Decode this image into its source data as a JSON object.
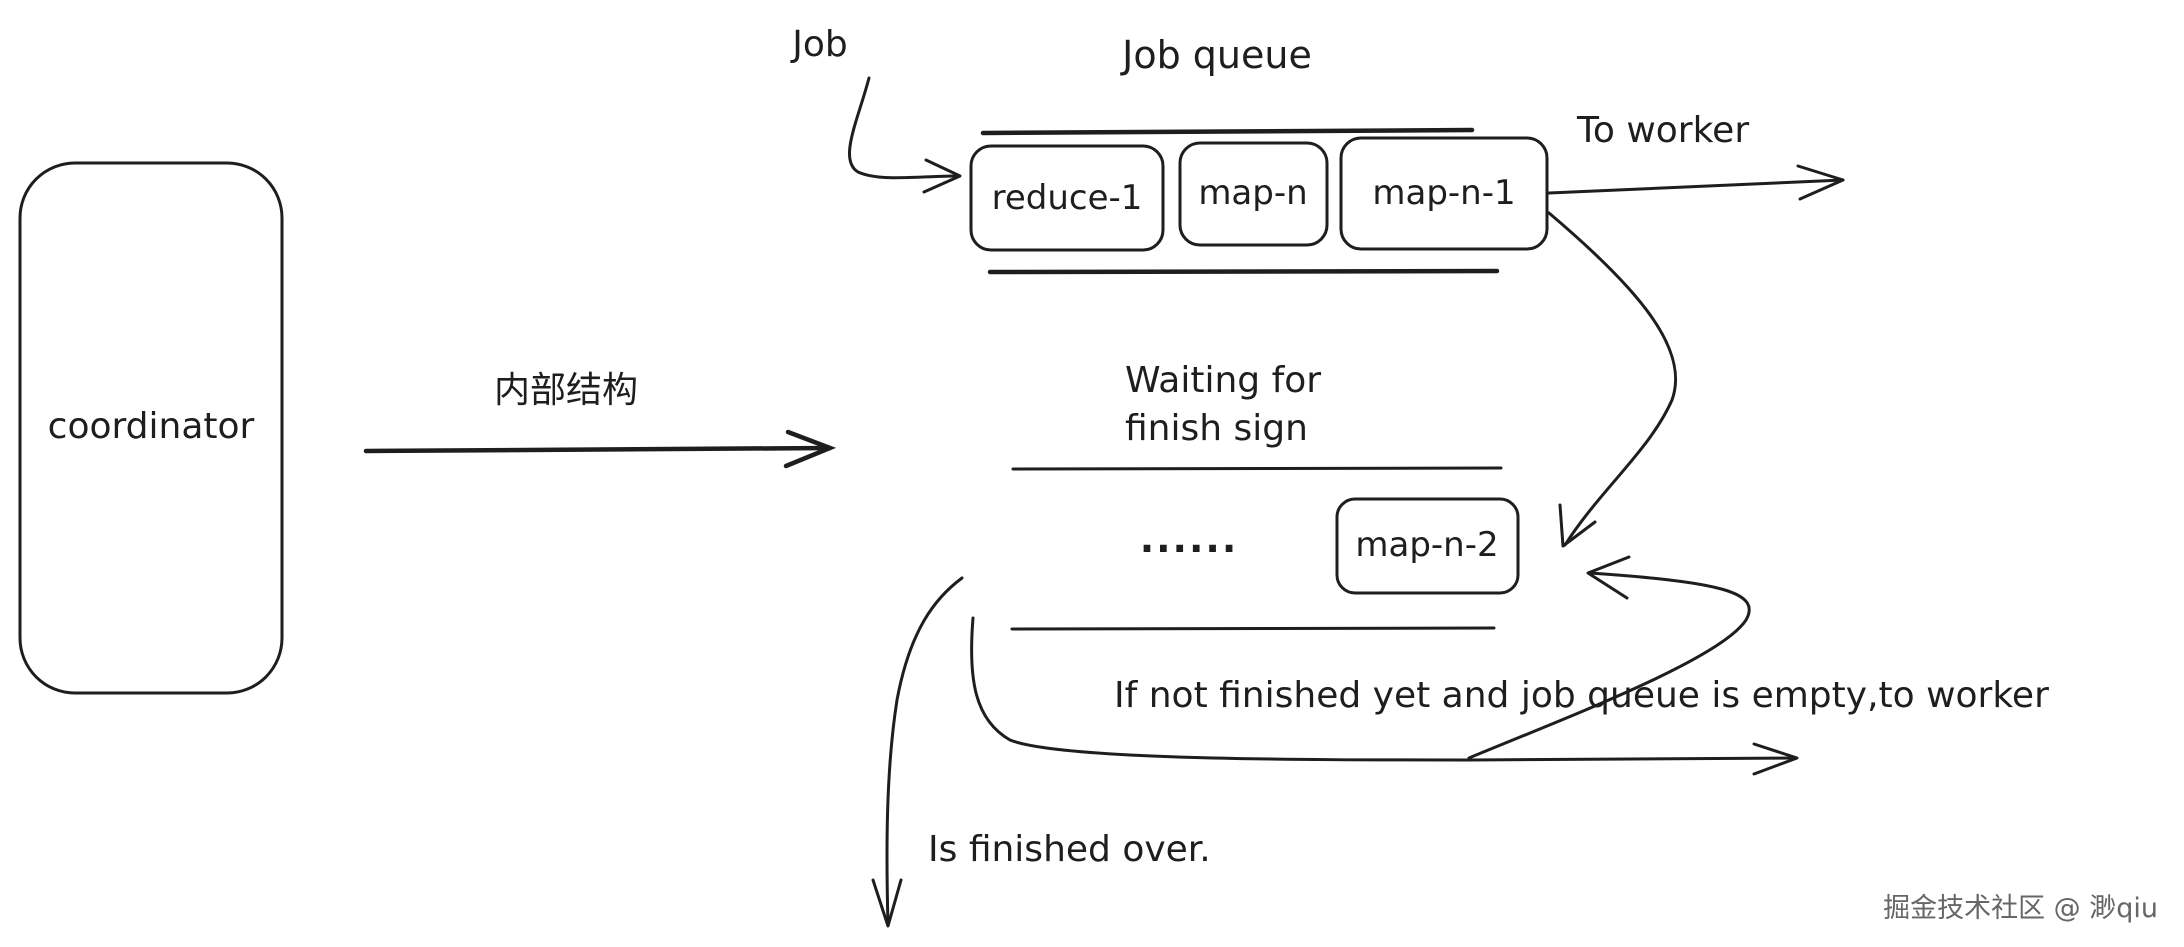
{
  "diagram": {
    "coordinator_label": "coordinator",
    "internal_structure_label": "内部结构",
    "job_label": "Job",
    "job_queue_title": "Job queue",
    "queue_items": [
      "reduce-1",
      "map-n",
      "map-n-1"
    ],
    "to_worker_label": "To worker",
    "waiting_title_line1": "Waiting for",
    "waiting_title_line2": "finish sign",
    "ellipsis": "......",
    "waiting_item": "map-n-2",
    "not_finished_label": "If not finished yet and job queue is empty,to worker",
    "finished_label": "Is finished over."
  },
  "watermark": "掘金技术社区 @ 渺qiu",
  "colors": {
    "ink": "#1e1e1e",
    "background": "#ffffff",
    "watermark": "#666666"
  }
}
